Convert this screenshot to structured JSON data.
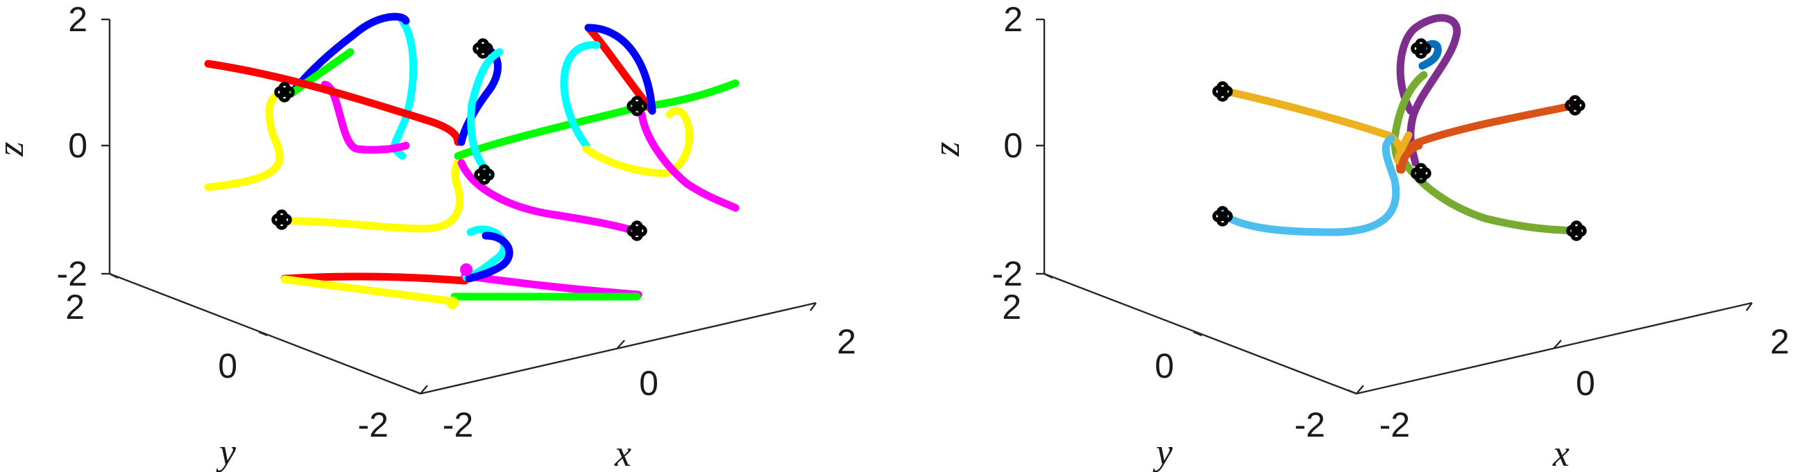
{
  "chart_data": [
    {
      "type": "line",
      "title": "",
      "xlabel": "x",
      "ylabel": "y",
      "zlabel": "z",
      "xlim": [
        -2,
        2
      ],
      "ylim": [
        -2,
        2
      ],
      "zlim": [
        -2,
        2
      ],
      "x_ticks": [
        "-2",
        "0",
        "2"
      ],
      "y_ticks": [
        "-2",
        "0",
        "2"
      ],
      "z_ticks": [
        "-2",
        "0",
        "2"
      ],
      "grid": false,
      "series_colors": [
        "#ff0000",
        "#0000ff",
        "#00ffff",
        "#00ff00",
        "#ff00ff",
        "#ffff00"
      ]
    },
    {
      "type": "line",
      "title": "",
      "xlabel": "x",
      "ylabel": "y",
      "zlabel": "z",
      "xlim": [
        -2,
        2
      ],
      "ylim": [
        -2,
        2
      ],
      "zlim": [
        -2,
        2
      ],
      "x_ticks": [
        "-2",
        "0",
        "2"
      ],
      "y_ticks": [
        "-2",
        "0",
        "2"
      ],
      "z_ticks": [
        "-2",
        "0",
        "2"
      ],
      "grid": false,
      "series_colors": [
        "#edb120",
        "#d95319",
        "#7e2f8e",
        "#0072bd",
        "#77ac30",
        "#4dbeee"
      ]
    }
  ]
}
